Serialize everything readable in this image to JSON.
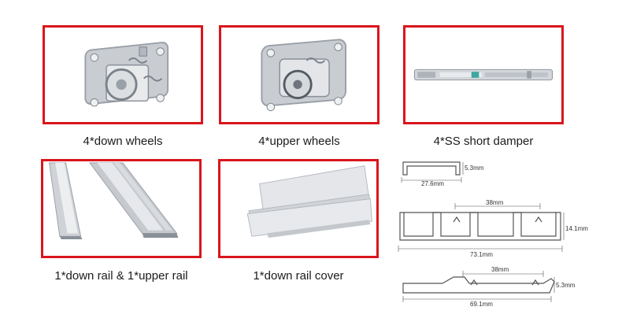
{
  "products": [
    {
      "caption": "4*down wheels",
      "icon": "down-wheel-icon"
    },
    {
      "caption": "4*upper wheels",
      "icon": "upper-wheel-icon"
    },
    {
      "caption": "4*SS short damper",
      "icon": "damper-icon"
    },
    {
      "caption": "1*down rail & 1*upper rail",
      "icon": "rail-icon"
    },
    {
      "caption": "1*down rail cover",
      "icon": "rail-cover-icon"
    }
  ],
  "dimensions": {
    "upper_rail": {
      "width": "27.6mm",
      "height": "5.3mm"
    },
    "down_rail": {
      "track": "38mm",
      "height": "14.1mm",
      "width": "73.1mm"
    },
    "rail_cover": {
      "track": "38mm",
      "height": "5.3mm",
      "width": "69.1mm"
    }
  },
  "colors": {
    "frame_border": "#d9161c",
    "metal": "#c9ccd1",
    "dimension_line": "#555555"
  }
}
